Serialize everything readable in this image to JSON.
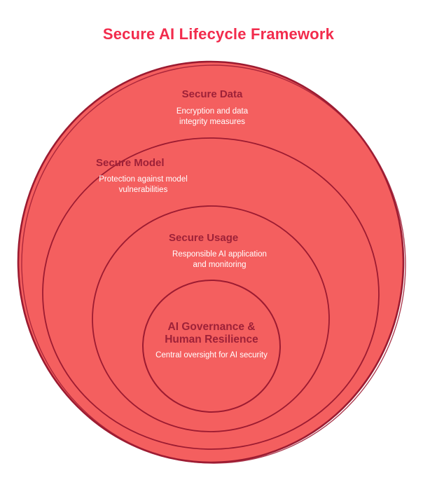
{
  "title": {
    "text": "Secure AI Lifecycle Framework"
  },
  "colors": {
    "title_text": "#F22B4C",
    "ring_fill": "#F45F5F",
    "ring_stroke": "#9C1B31",
    "heading_text": "#9E2138",
    "description_text": "#FFFFFF",
    "background": "#FFFFFF"
  },
  "diagram": {
    "type": "nested-circles",
    "rings": [
      {
        "id": "secure-data",
        "label": "Secure Data",
        "description": "Encryption and data integrity measures"
      },
      {
        "id": "secure-model",
        "label": "Secure Model",
        "description": "Protection against model vulnerabilities"
      },
      {
        "id": "secure-usage",
        "label": "Secure Usage",
        "description": "Responsible AI application and monitoring"
      },
      {
        "id": "ai-governance",
        "label": "AI Governance & Human Resilience",
        "description": "Central oversight for AI security"
      }
    ]
  }
}
